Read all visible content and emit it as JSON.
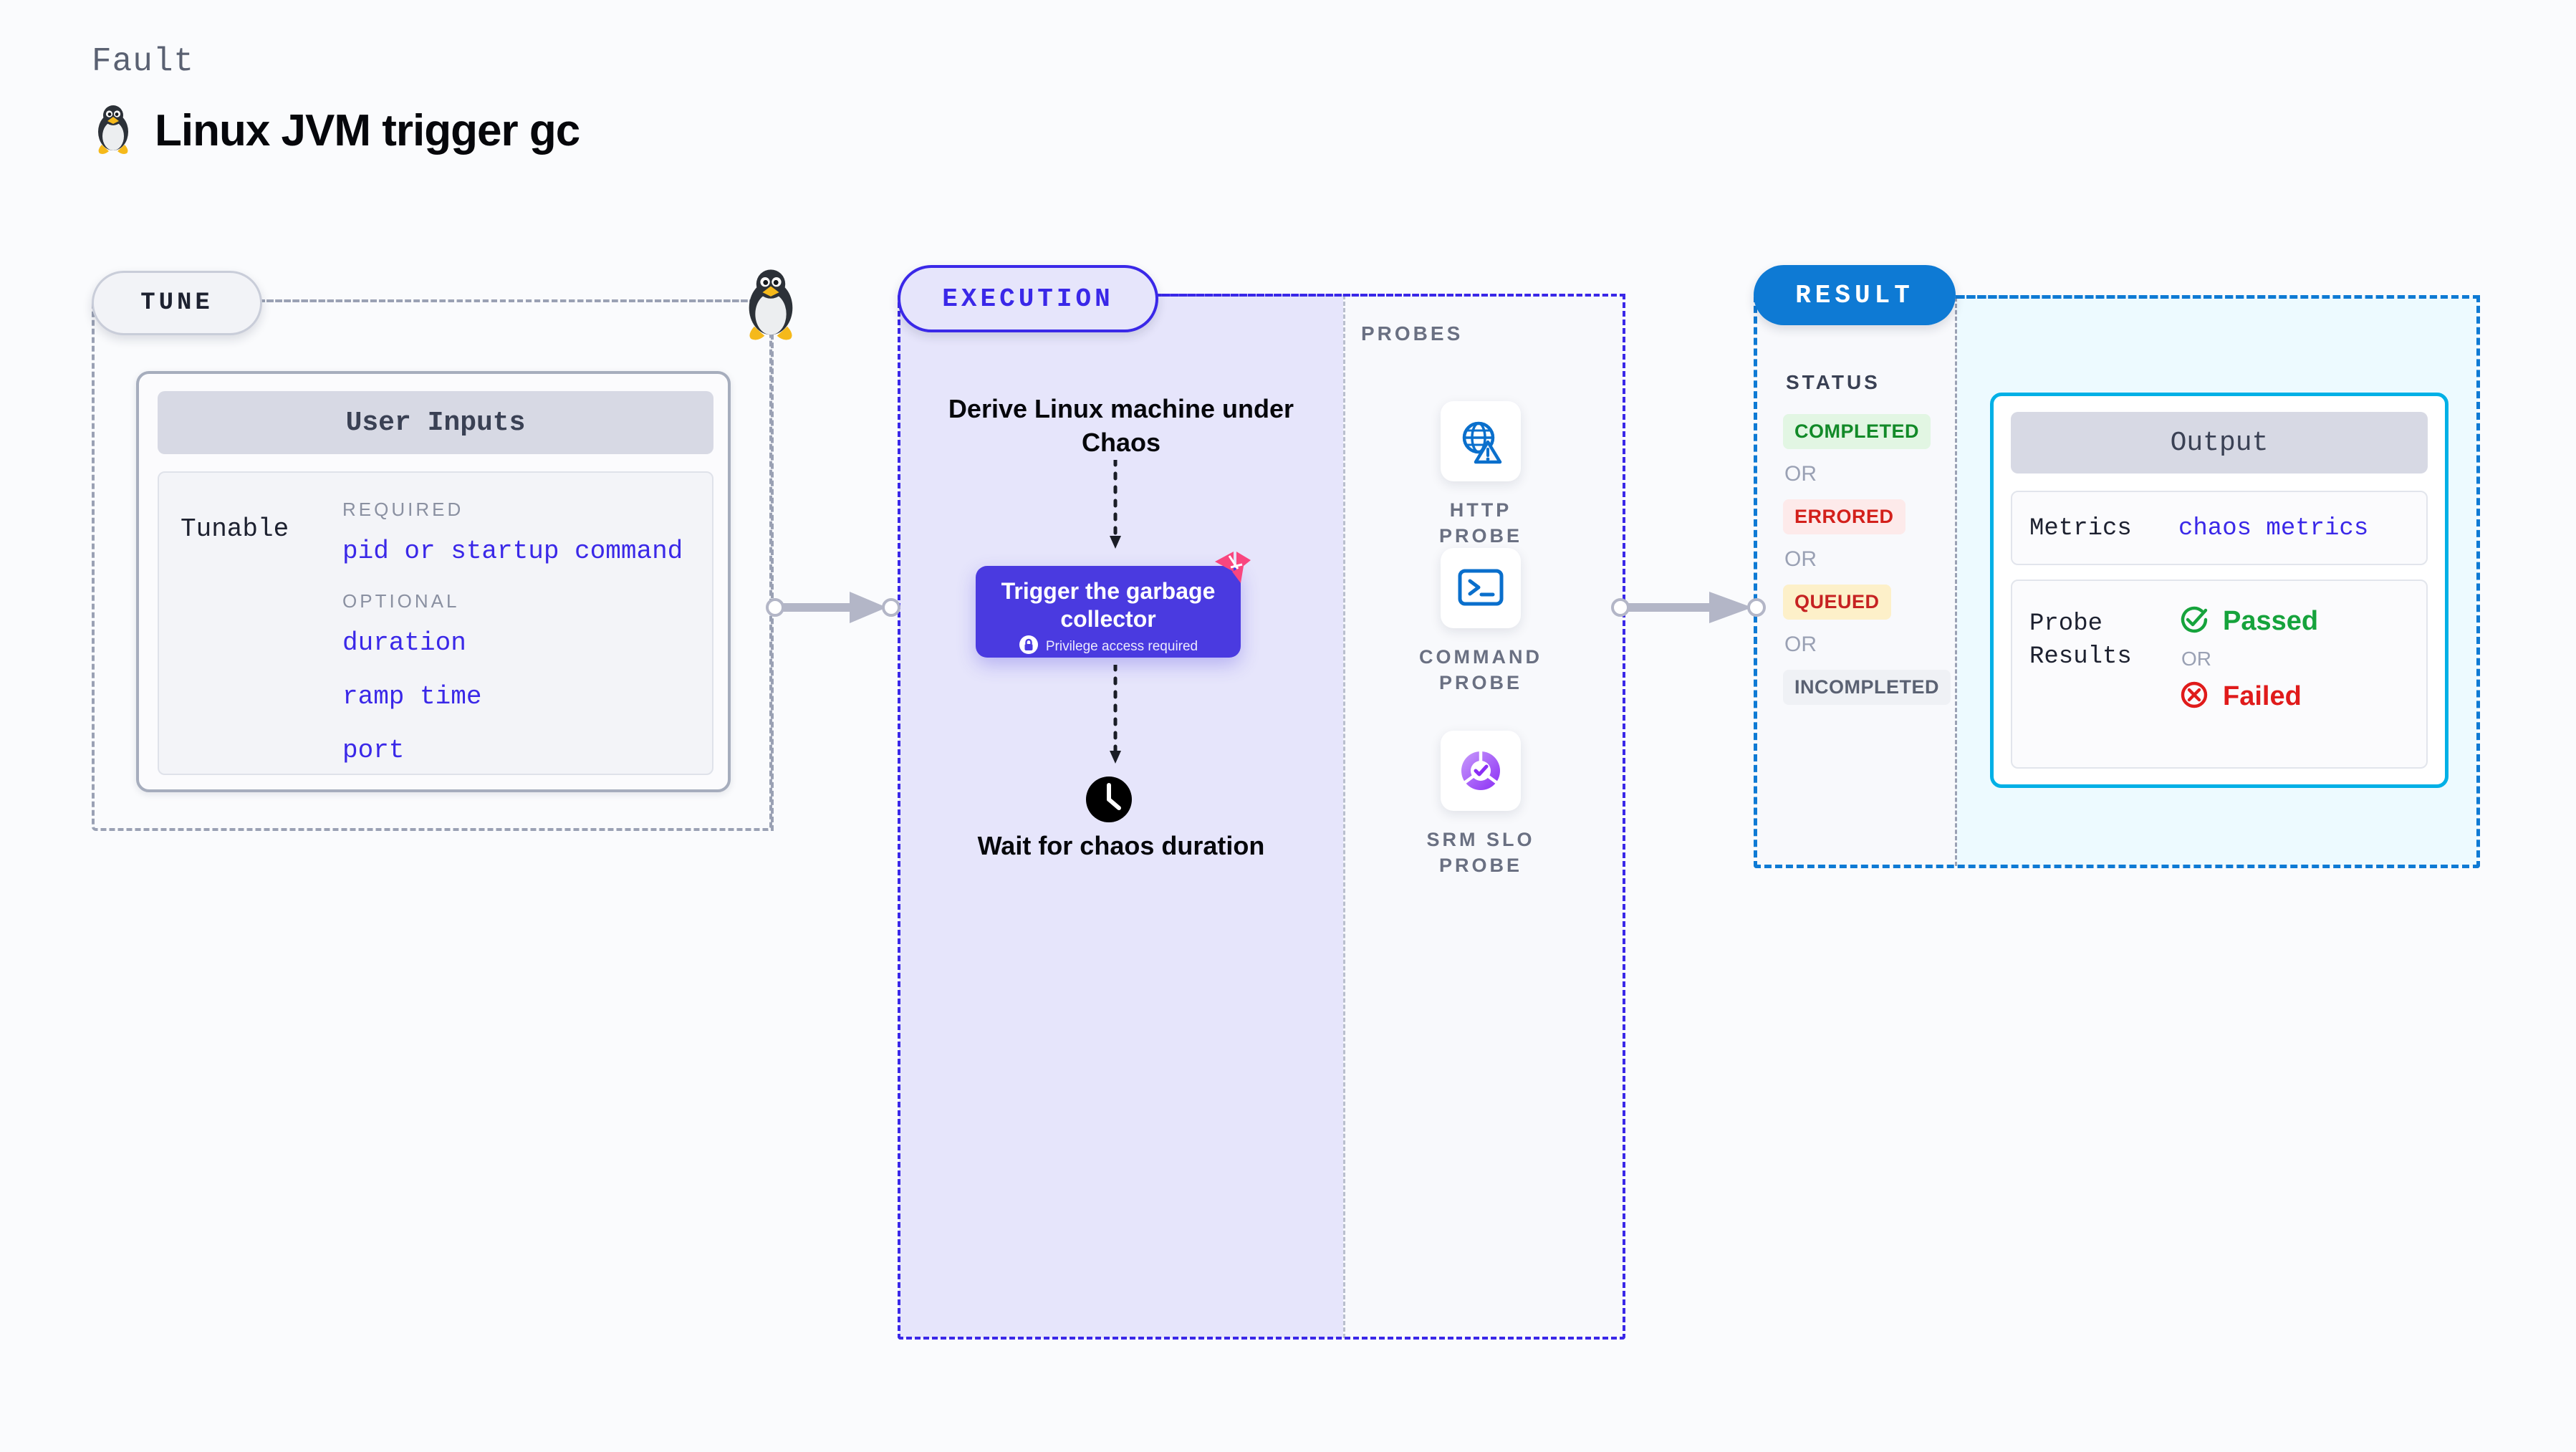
{
  "header": {
    "eyebrow": "Fault",
    "title": "Linux JVM trigger gc",
    "icon": "linux-tux-penguin-icon"
  },
  "tune": {
    "pill_label": "TUNE",
    "card": {
      "header": "User Inputs",
      "row_label": "Tunable",
      "sections": [
        {
          "label": "REQUIRED",
          "items": [
            "pid or startup command"
          ]
        },
        {
          "label": "OPTIONAL",
          "items": [
            "duration",
            "ramp time",
            "port"
          ]
        }
      ]
    },
    "edge_icon": "linux-tux-penguin-icon"
  },
  "execution": {
    "pill_label": "EXECUTION",
    "step_1": "Derive Linux machine under Chaos",
    "action_card": {
      "title": "Trigger the garbage collector",
      "privilege_note": "Privilege access required",
      "lock_icon": "lock-icon",
      "ribbon_icon": "harness-ribbon-icon"
    },
    "step_2": "Wait for chaos duration",
    "clock_icon": "clock-icon"
  },
  "probes": {
    "label": "PROBES",
    "items": [
      {
        "name": "HTTP PROBE",
        "icon": "globe-warning-icon"
      },
      {
        "name": "COMMAND PROBE",
        "icon": "terminal-prompt-icon"
      },
      {
        "name": "SRM SLO PROBE",
        "icon": "slo-donut-check-icon"
      }
    ]
  },
  "result": {
    "pill_label": "RESULT",
    "status": {
      "label": "STATUS",
      "or_text": "OR",
      "badges": [
        {
          "text": "COMPLETED",
          "fg": "#128a28",
          "bg": "#e2f6e3"
        },
        {
          "text": "ERRORED",
          "fg": "#d3201b",
          "bg": "#fdeaea"
        },
        {
          "text": "QUEUED",
          "fg": "#c62222",
          "bg": "#fdf0c9"
        },
        {
          "text": "INCOMPLETED",
          "fg": "#5a6172",
          "bg": "#eff1f5"
        }
      ]
    },
    "output": {
      "header": "Output",
      "metrics_label": "Metrics",
      "metrics_value": "chaos metrics",
      "probe_results_label": "Probe Results",
      "passed_text": "Passed",
      "failed_text": "Failed",
      "or_text": "OR",
      "passed_icon": "check-circle-icon",
      "failed_icon": "x-circle-icon"
    }
  },
  "colors": {
    "page_bg": "#fafbfd",
    "tune_border": "#9aa1b4",
    "execution_accent": "#3a28e8",
    "execution_fill": "#e6e5fb",
    "result_accent": "#0e7ad4",
    "output_border": "#00b0e6",
    "output_fill": "#edfaff",
    "action_card": "#4a3ae0",
    "ribbon": "#f9467f"
  }
}
